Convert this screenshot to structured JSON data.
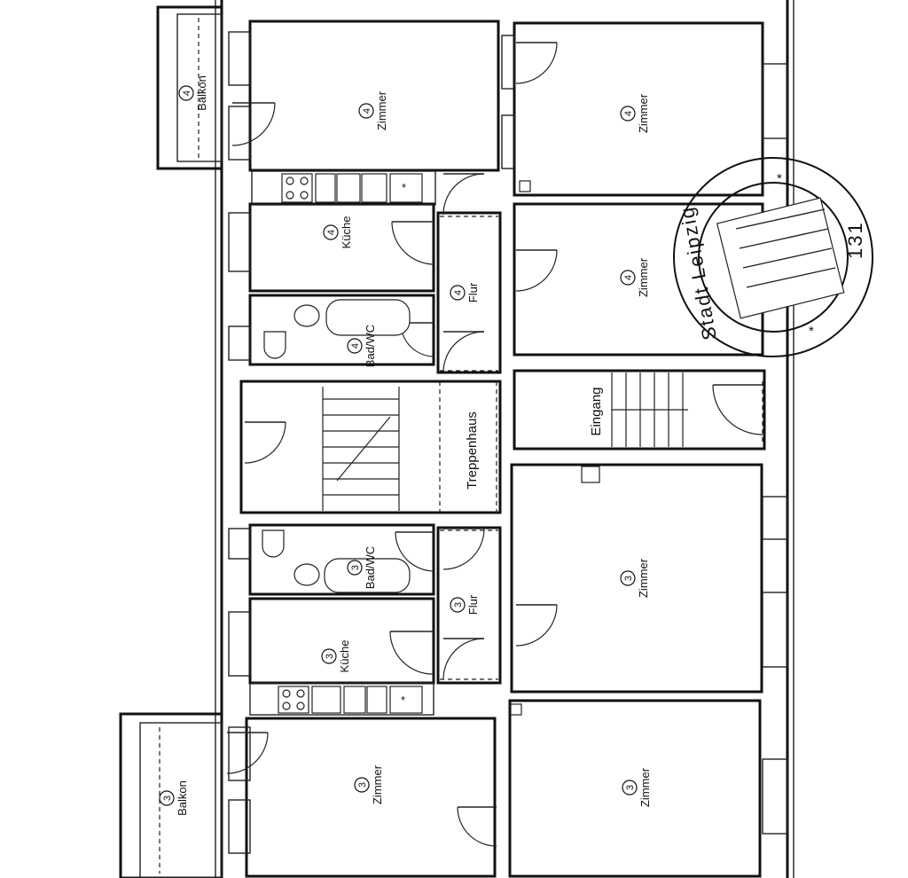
{
  "rooms": {
    "balkon_4": {
      "num": "4",
      "label": "Balkon"
    },
    "zimmer_4_a": {
      "num": "4",
      "label": "Zimmer"
    },
    "zimmer_4_b": {
      "num": "4",
      "label": "Zimmer"
    },
    "zimmer_4_c": {
      "num": "4",
      "label": "Zimmer"
    },
    "kueche_4": {
      "num": "4",
      "label": "Küche"
    },
    "flur_4": {
      "num": "4",
      "label": "Flur"
    },
    "bad_4": {
      "num": "4",
      "label": "Bad/WC"
    },
    "treppenhaus": {
      "label": "Treppenhaus"
    },
    "eingang": {
      "label": "Eingang"
    },
    "bad_3": {
      "num": "3",
      "label": "Bad/WC"
    },
    "flur_3": {
      "num": "3",
      "label": "Flur"
    },
    "kueche_3": {
      "num": "3",
      "label": "Küche"
    },
    "zimmer_3_a": {
      "num": "3",
      "label": "Zimmer"
    },
    "zimmer_3_b": {
      "num": "3",
      "label": "Zimmer"
    },
    "zimmer_3_c": {
      "num": "3",
      "label": "Zimmer"
    },
    "balkon_3": {
      "num": "3",
      "label": "Balkon"
    }
  },
  "stamp": {
    "text": "Stadt Leipzig",
    "number": "131"
  }
}
